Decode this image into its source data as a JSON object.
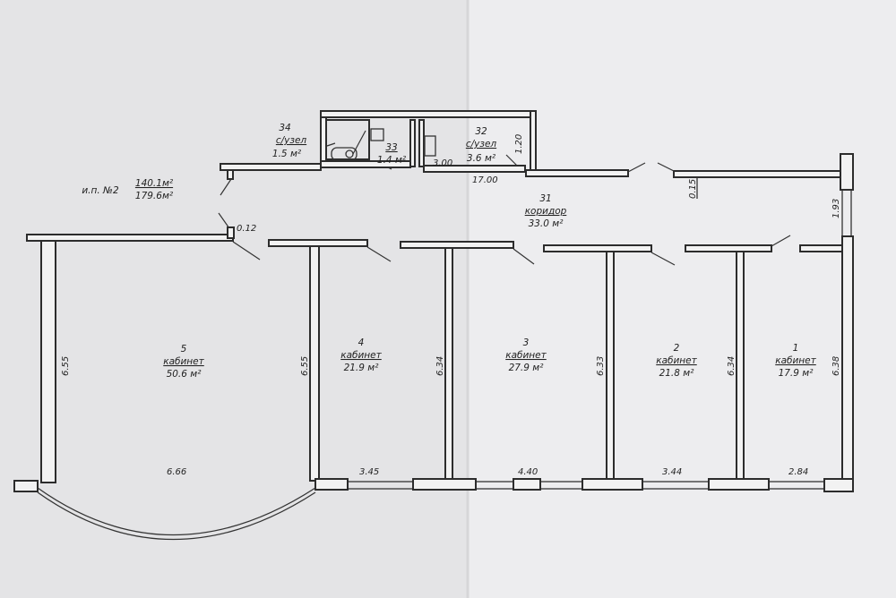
{
  "header": {
    "unit": "и.п. №2",
    "area_main": "140.1м²",
    "area_total": "179.6м²"
  },
  "rooms": [
    {
      "num": "5",
      "name": "кабинет",
      "area": "50.6 м²"
    },
    {
      "num": "4",
      "name": "кабинет",
      "area": "21.9 м²"
    },
    {
      "num": "3",
      "name": "кабинет",
      "area": "27.9 м²"
    },
    {
      "num": "2",
      "name": "кабинет",
      "area": "21.8 м²"
    },
    {
      "num": "1",
      "name": "кабинет",
      "area": "17.9 м²"
    },
    {
      "num": "31",
      "name": "коридор",
      "area": "33.0 м²"
    },
    {
      "num": "32",
      "name": "с/узел",
      "area": "3.6 м²"
    },
    {
      "num": "33",
      "name": "",
      "area": "1.4 м²"
    },
    {
      "num": "34",
      "name": "с/узел",
      "area": "1.5 м²"
    }
  ],
  "dimensions": {
    "room5_height": "6.55",
    "room4_height": "6.55",
    "room3_height": "6.34",
    "room2_height": "6.33",
    "room1_height": "6.34",
    "right_wall": "6.38",
    "corridor_right": "1.93",
    "corridor_offset": "0.15",
    "wc_height": "1.20",
    "wc_width": "3.00",
    "corridor_length": "17.00",
    "door_offset": "0.12",
    "room5_width": "6.66",
    "room4_width": "3.45",
    "room3_width": "4.40",
    "room2_width": "3.44",
    "room1_width": "2.84"
  }
}
